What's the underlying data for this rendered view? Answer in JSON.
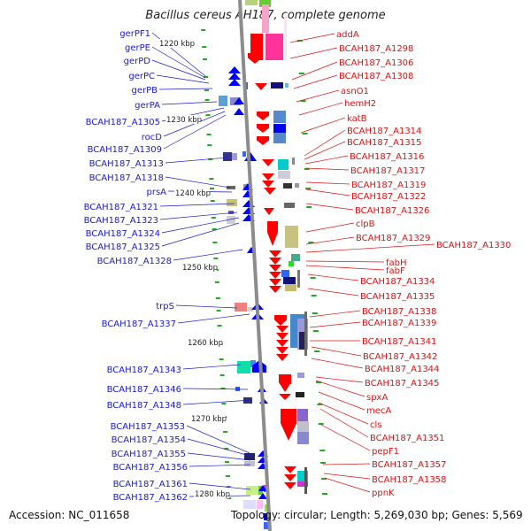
{
  "title": "Bacillus cereus AH187, complete genome",
  "accession_text": "Accession: NC_011658",
  "topology_text": "Topology: circular; Length: 5,269,030 bp; Genes: 5,569",
  "colors": {
    "left_label": "#1a1acc",
    "right_label": "#dd1111",
    "backbone": "#8c8c8c",
    "tick": "#22aa22"
  },
  "scale_labels": [
    "1220 kbp",
    "1230 kbp",
    "1240 kbp",
    "1250 kbp",
    "1260 kbp",
    "1270 kbp",
    "1280 kbp"
  ],
  "left_genes": [
    "gerPF1",
    "gerPE",
    "gerPD",
    "gerPC",
    "gerPB",
    "gerPA",
    "BCAH187_A1305",
    "rocD",
    "BCAH187_A1309",
    "BCAH187_A1313",
    "BCAH187_A1318",
    "prsA",
    "BCAH187_A1321",
    "BCAH187_A1323",
    "BCAH187_A1324",
    "BCAH187_A1325",
    "BCAH187_A1328",
    "trpS",
    "BCAH187_A1337",
    "BCAH187_A1343",
    "BCAH187_A1346",
    "BCAH187_A1348",
    "BCAH187_A1353",
    "BCAH187_A1354",
    "BCAH187_A1355",
    "BCAH187_A1356",
    "BCAH187_A1361",
    "BCAH187_A1362"
  ],
  "right_genes": [
    "addA",
    "BCAH187_A1298",
    "BCAH187_A1306",
    "BCAH187_A1308",
    "asnO1",
    "hemH2",
    "katB",
    "BCAH187_A1314",
    "BCAH187_A1315",
    "BCAH187_A1316",
    "BCAH187_A1317",
    "BCAH187_A1319",
    "BCAH187_A1322",
    "BCAH187_A1326",
    "clpB",
    "BCAH187_A1329",
    "BCAH187_A1330",
    "fabH",
    "fabF",
    "BCAH187_A1334",
    "BCAH187_A1335",
    "BCAH187_A1338",
    "BCAH187_A1339",
    "BCAH187_A1341",
    "BCAH187_A1342",
    "BCAH187_A1344",
    "BCAH187_A1345",
    "spxA",
    "mecA",
    "cls",
    "BCAH187_A1351",
    "pepF1",
    "BCAH187_A1357",
    "BCAH187_A1358",
    "ppnK"
  ]
}
